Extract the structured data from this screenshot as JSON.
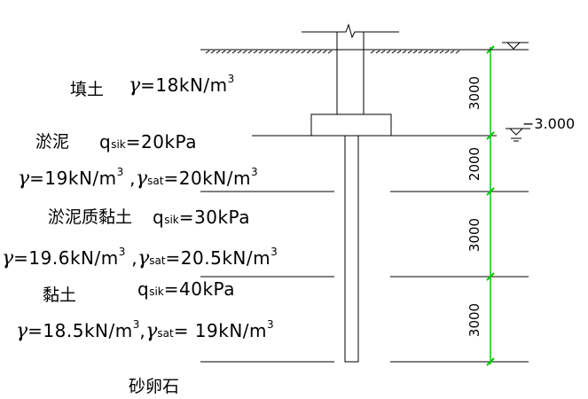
{
  "layers": [
    {
      "name": "填土",
      "gamma_sym": "γ",
      "gamma_val": "=18kN/m",
      "exp": "3"
    },
    {
      "name": "淤泥",
      "q_sym": "q",
      "q_sub": "sik",
      "q_val": "=20kPa",
      "gamma_sym": "γ",
      "gamma_val": "=19kN/m",
      "exp": "3",
      "sep": " ,",
      "gsat_sym": "γ",
      "gsat_sub": "sat",
      "gsat_val": "=20kN/m",
      "gsat_exp": "3"
    },
    {
      "name": "淤泥质黏土",
      "q_sym": "q",
      "q_sub": "sik",
      "q_val": "=30kPa",
      "gamma_sym": "γ",
      "gamma_val": "=19.6kN/m",
      "exp": "3",
      "sep": " ,",
      "gsat_sym": "γ",
      "gsat_sub": "sat",
      "gsat_val": "=20.5kN/m",
      "gsat_exp": "3"
    },
    {
      "name": "黏土",
      "q_sym": "q",
      "q_sub": "sik",
      "q_val": "=40kPa",
      "gamma_sym": "γ",
      "gamma_val": "=18.5kN/m",
      "exp": "3",
      "sep": ",",
      "gsat_sym": "γ",
      "gsat_sub": "sat",
      "gsat_val": "= 19kN/m",
      "gsat_exp": "3"
    },
    {
      "name": "砂卵石"
    }
  ],
  "dimensions": [
    "3000",
    "2000",
    "3000",
    "3000"
  ],
  "elevation_label": "−3.000",
  "colors": {
    "line": "#000000",
    "dimension": "#00cc00",
    "background": "#ffffff"
  }
}
